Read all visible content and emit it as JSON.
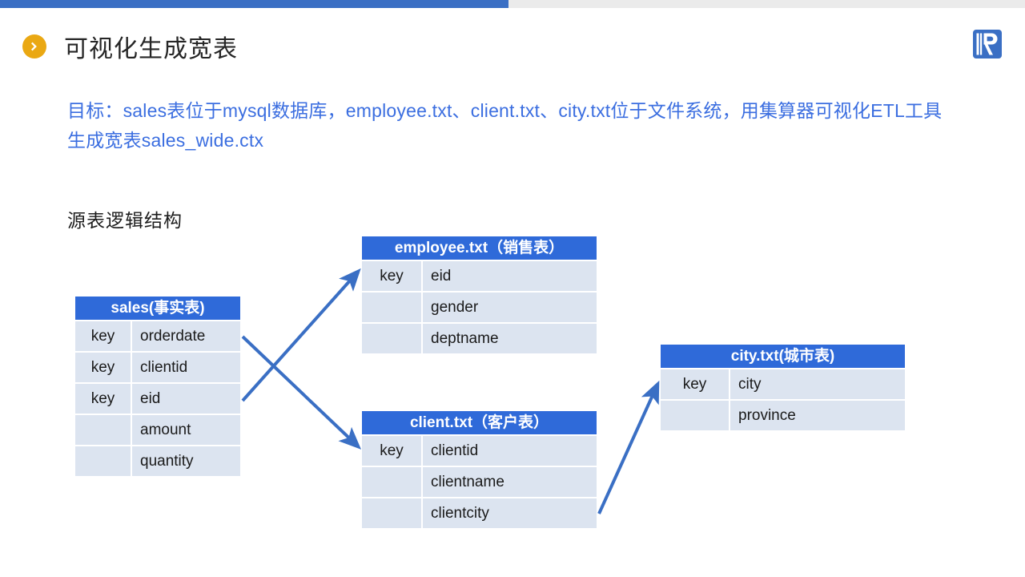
{
  "topbar": {
    "accent_color": "#3a6fc4",
    "track_color": "#ebebeb"
  },
  "header": {
    "bullet_icon": "chevron-right-circle-icon",
    "bullet_color": "#eaa813",
    "title": "可视化生成宽表",
    "logo_icon": "raqsoft-r-logo-icon",
    "logo_color": "#3a6fc4"
  },
  "body": {
    "goal_text": "目标：sales表位于mysql数据库，employee.txt、client.txt、city.txt位于文件系统，用集算器可视化ETL工具生成宽表sales_wide.ctx",
    "goal_color": "#3b6ee0",
    "section_label": "源表逻辑结构"
  },
  "diagram": {
    "header_color": "#2f6ad9",
    "row_color": "#dce4f0",
    "arrow_color": "#3a6fc4",
    "tables": [
      {
        "id": "sales",
        "title": "sales(事实表)",
        "rows": [
          {
            "key": "key",
            "field": "orderdate"
          },
          {
            "key": "key",
            "field": "clientid"
          },
          {
            "key": "key",
            "field": "eid"
          },
          {
            "key": "",
            "field": "amount"
          },
          {
            "key": "",
            "field": "quantity"
          }
        ]
      },
      {
        "id": "employee",
        "title": "employee.txt（销售表）",
        "rows": [
          {
            "key": "key",
            "field": "eid"
          },
          {
            "key": "",
            "field": "gender"
          },
          {
            "key": "",
            "field": "deptname"
          }
        ]
      },
      {
        "id": "client",
        "title": "client.txt（客户表）",
        "rows": [
          {
            "key": "key",
            "field": "clientid"
          },
          {
            "key": "",
            "field": "clientname"
          },
          {
            "key": "",
            "field": "clientcity"
          }
        ]
      },
      {
        "id": "city",
        "title": "city.txt(城市表)",
        "rows": [
          {
            "key": "key",
            "field": "city"
          },
          {
            "key": "",
            "field": "province"
          }
        ]
      }
    ],
    "links": [
      {
        "from": "sales.eid",
        "to": "employee.eid"
      },
      {
        "from": "sales.clientid",
        "to": "client.clientid"
      },
      {
        "from": "client.clientcity",
        "to": "city.city"
      }
    ]
  }
}
